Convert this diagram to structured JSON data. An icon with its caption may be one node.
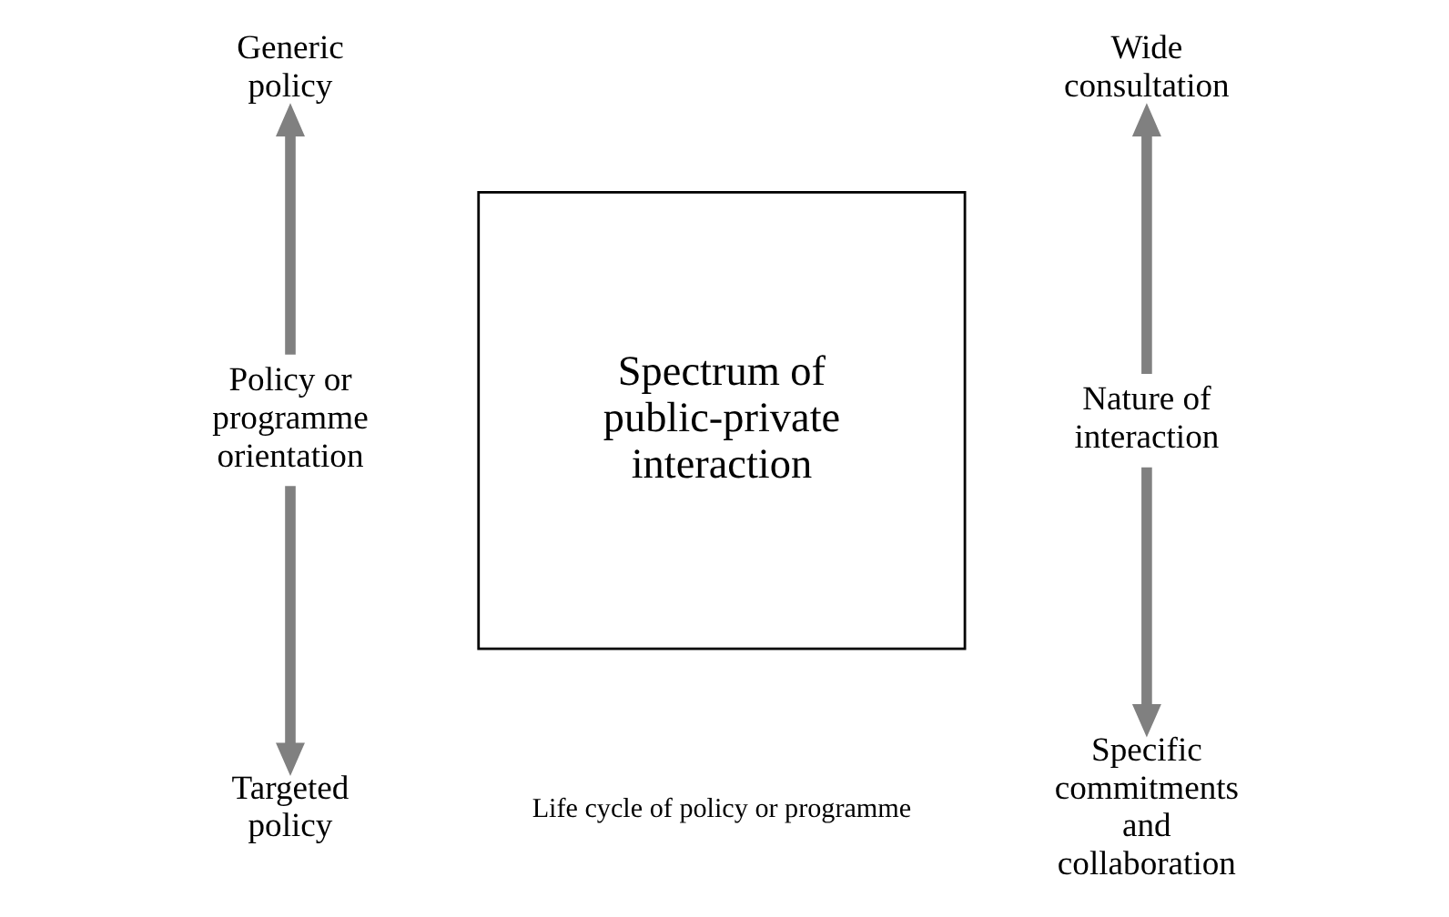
{
  "diagram": {
    "nodes": [
      {
        "text": [
          "Generic policy"
        ]
      },
      {
        "text": [
          "Policy or programme orientation"
        ]
      },
      {
        "text": [
          "Targeted policy"
        ]
      },
      {
        "text": [
          "Spectrum of public-private interaction"
        ]
      },
      {
        "text": [
          "Wide consultation"
        ]
      },
      {
        "text": [
          "Nature of interaction"
        ]
      },
      {
        "text": [
          "Specific commitments and collaboration"
        ]
      }
    ],
    "edges": [
      {
        "from": 1,
        "to": 0,
        "arrow": "to"
      },
      {
        "from": 1,
        "to": 2,
        "arrow": "to"
      },
      {
        "from": 5,
        "to": 4,
        "arrow": "to"
      },
      {
        "from": 5,
        "to": 6,
        "arrow": "to"
      }
    ],
    "labels": [
      "Life cycle of policy or programme"
    ]
  }
}
